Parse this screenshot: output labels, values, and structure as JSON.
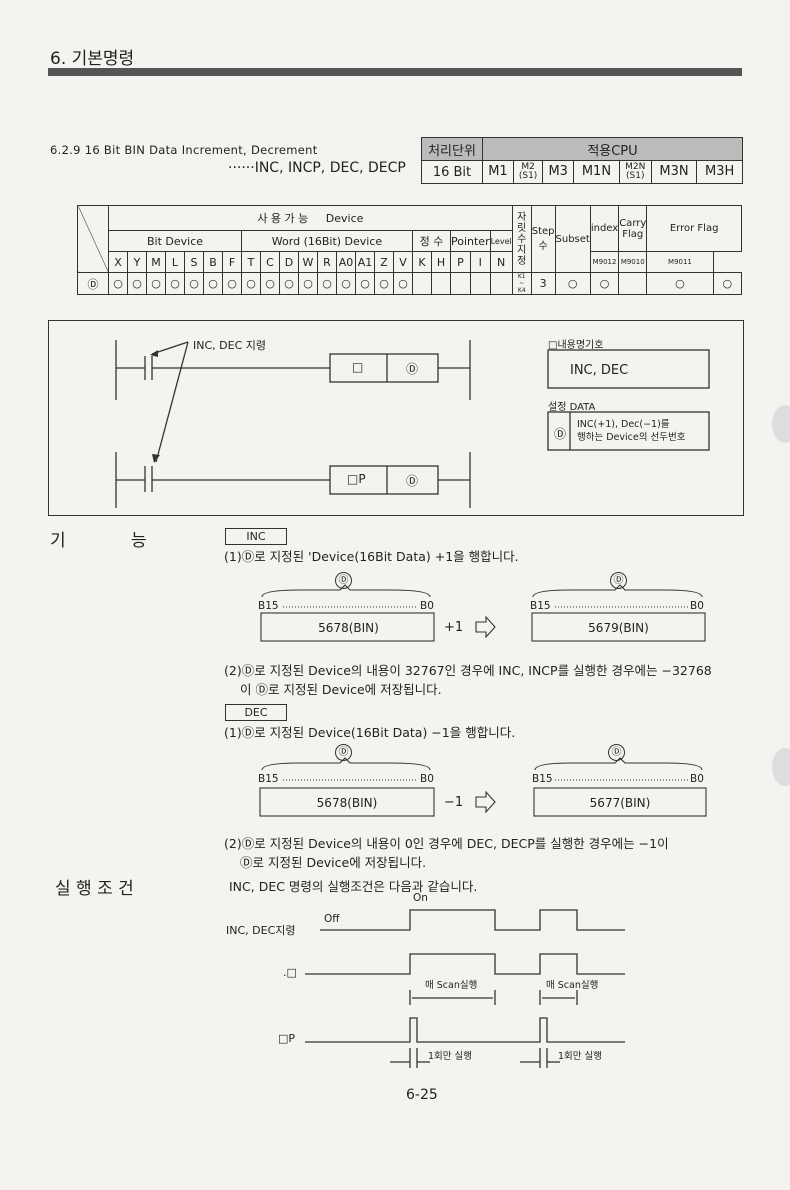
{
  "header": {
    "title": "6. 기본명령",
    "page": "6-25"
  },
  "section": {
    "title": "6.2.9 16 Bit BIN Data Increment, Decrement",
    "sub": "······INC, INCP, DEC, DECP"
  },
  "cpu_table": {
    "h_unit": "처리단위",
    "h_cpu": "적용CPU",
    "unit": "16  Bit",
    "cpus": [
      "M1",
      "M2\n(S1)",
      "M3",
      "M1N",
      "M2N\n(S1)",
      "M3N",
      "M3H"
    ]
  },
  "device_table": {
    "usable": "사 용 가 능",
    "device": "Device",
    "bit_device": "Bit Device",
    "word_device": "Word (16Bit) Device",
    "constant": "정 수",
    "pointer": "Pointer",
    "level": "Level",
    "digit": "자릿수지정",
    "step": "Step수",
    "subset": "Subset",
    "index": "index",
    "carry": "Carry Flag",
    "error": "Error Flag",
    "cols": [
      "X",
      "Y",
      "M",
      "L",
      "S",
      "B",
      "F",
      "T",
      "C",
      "D",
      "W",
      "R",
      "A0",
      "A1",
      "Z",
      "V",
      "K",
      "H",
      "P",
      "I",
      "N"
    ],
    "flag_codes": [
      "M9012",
      "M9010",
      "M9011"
    ],
    "row_label": "Ⓓ",
    "mark": "○",
    "digit_val": "K1\n~\nK4",
    "step_val": "3"
  },
  "ladder": {
    "inst_label": "INC, DEC 지령",
    "box1_a": "□",
    "box1_b": "Ⓓ",
    "box2_a": "□P",
    "box2_b": "Ⓓ",
    "legend_title": "□내용명기호",
    "legend_value": "INC, DEC",
    "set_data_title": "설정 DATA",
    "set_sym": "Ⓓ",
    "set_desc1": "INC(+1), Dec(−1)를",
    "set_desc2": "행하는 Device의 선두번호"
  },
  "function": {
    "heading": "기    능",
    "inc_tag": "INC",
    "inc1": "(1)Ⓓ로 지정된 'Device(16Bit Data) +1을 행합니다.",
    "inc_before": "5678(BIN)",
    "inc_after": "5679(BIN)",
    "inc_op": "+1",
    "b15": "B15",
    "b0": "B0",
    "d": "Ⓓ",
    "inc2a": "(2)Ⓓ로 지정된  Device의 내용이 32767인 경우에 INC, INCP를 실행한 경우에는 −32768",
    "inc2b": "이 Ⓓ로 지정된 Device에 저장됩니다.",
    "dec_tag": "DEC",
    "dec1": "(1)Ⓓ로 지정된  Device(16Bit Data) −1을 행합니다.",
    "dec_before": "5678(BIN)",
    "dec_after": "5677(BIN)",
    "dec_op": "−1",
    "dec2a": "(2)Ⓓ로 지정된  Device의 내용이 0인 경우에 DEC, DECP를 실행한 경우에는 −1이",
    "dec2b": "Ⓓ로 지정된  Device에 저장됩니다."
  },
  "exec": {
    "heading": "실 행 조 건",
    "desc": "INC, DEC 명령의 실행조건은 다음과 같습니다.",
    "on": "On",
    "off": "Off",
    "sig1": "INC, DEC지령",
    "sig2": ".□",
    "sig3": "□P",
    "every_scan": "매 Scan실행",
    "once": "1회만 실행"
  }
}
